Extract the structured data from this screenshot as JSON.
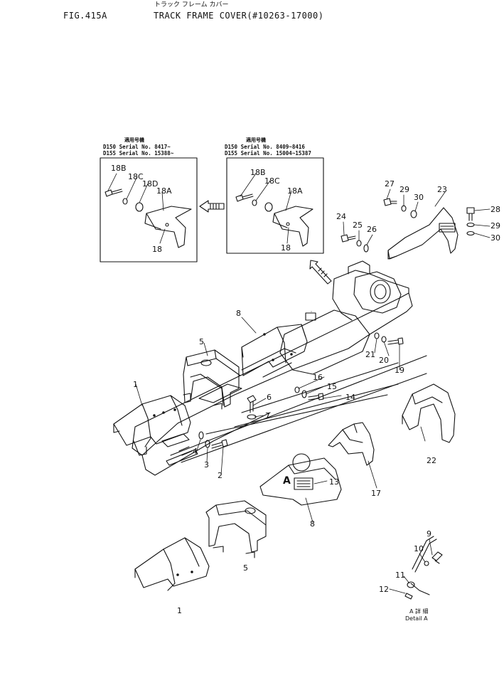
{
  "header": {
    "japanese_title": "トラック フレーム カバー",
    "figure_number": "FIG.415A",
    "title": "TRACK FRAME COVER(#10263-17000)"
  },
  "inset_left": {
    "heading": "適用号機",
    "serial_line1": "D150  Serial  No. 8417~",
    "serial_line2": "D155  Serial  No. 15388~"
  },
  "inset_right": {
    "heading": "適用号機",
    "serial_line1": "D150  Serial  No. 8409~8416",
    "serial_line2": "D155  Serial  No. 15004~15387"
  },
  "detail": {
    "label_jp": "A 詳 細",
    "label_en": "Detail  A"
  },
  "callouts": {
    "c1a": "1",
    "c1b": "1",
    "c2": "2",
    "c3": "3",
    "c4": "4",
    "c5a": "5",
    "c5b": "5",
    "c6": "6",
    "c7": "7",
    "c8a": "8",
    "c8b": "8",
    "c9": "9",
    "c10": "10",
    "c11": "11",
    "c12": "12",
    "c13": "13",
    "c14": "14",
    "c15": "15",
    "c16": "16",
    "c17": "17",
    "c18L": "18",
    "c18R": "18",
    "c18AL": "18A",
    "c18AR": "18A",
    "c18BL": "18B",
    "c18BR": "18B",
    "c18CL": "18C",
    "c18CR": "18C",
    "c18D": "18D",
    "c19": "19",
    "c20": "20",
    "c21": "21",
    "c22": "22",
    "c23": "23",
    "c24": "24",
    "c25": "25",
    "c26": "26",
    "c27": "27",
    "c28": "28",
    "c29a": "29",
    "c29b": "29",
    "c30a": "30",
    "c30b": "30",
    "markA": "A"
  }
}
